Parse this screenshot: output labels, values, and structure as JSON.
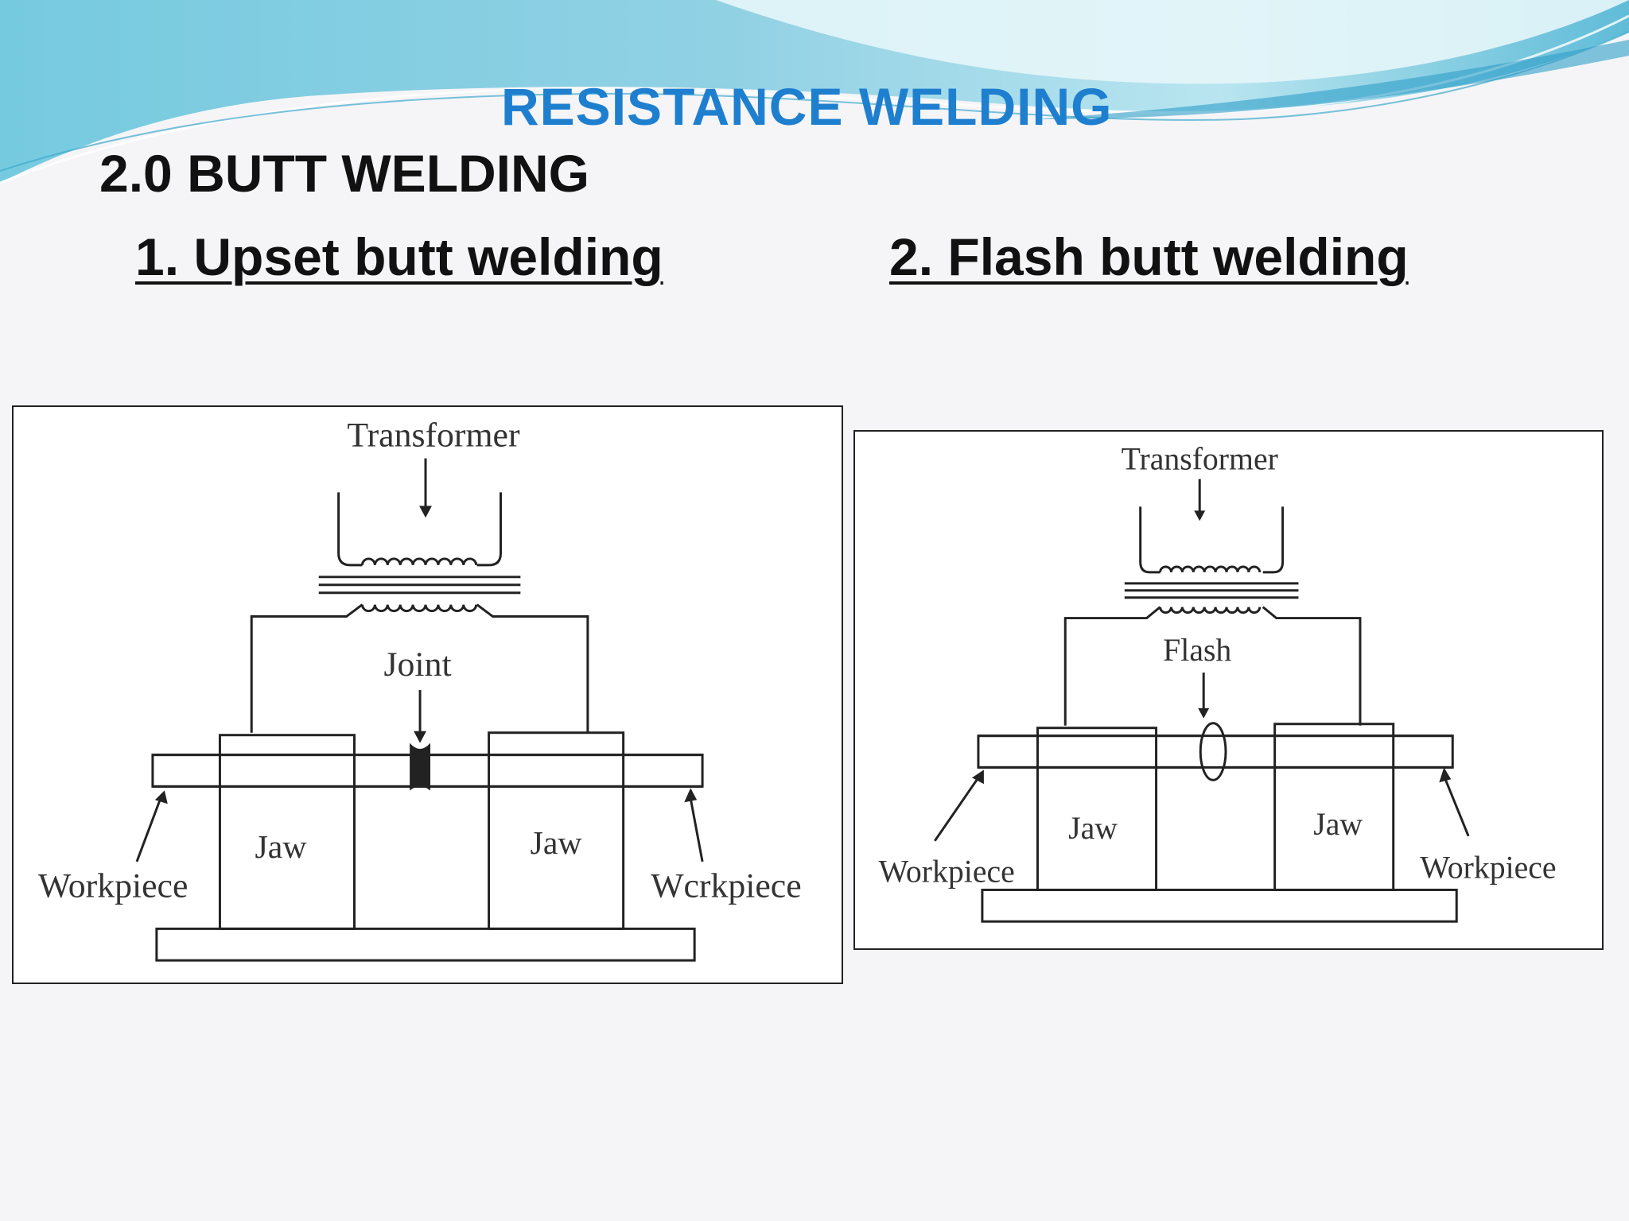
{
  "slide": {
    "title": "RESISTANCE  WELDING",
    "section": "2.0 BUTT WELDING",
    "left_heading": "1.  Upset butt welding",
    "right_heading": "2.  Flash butt welding"
  },
  "diagram_upset": {
    "transformer": "Transformer",
    "joint": "Joint",
    "jaw_left": "Jaw",
    "jaw_right": "Jaw",
    "workpiece_left": "Workpiece",
    "workpiece_right": "Wcrkpiece"
  },
  "diagram_flash": {
    "transformer": "Transformer",
    "flash": "Flash",
    "jaw_left": "Jaw",
    "jaw_right": "Jaw",
    "workpiece_left": "Workpiece",
    "workpiece_right": "Workpiece"
  },
  "colors": {
    "title": "#1f7fcf",
    "wave_primary": "#5bbfd8",
    "wave_light": "#a7dff0",
    "text": "#111111"
  }
}
